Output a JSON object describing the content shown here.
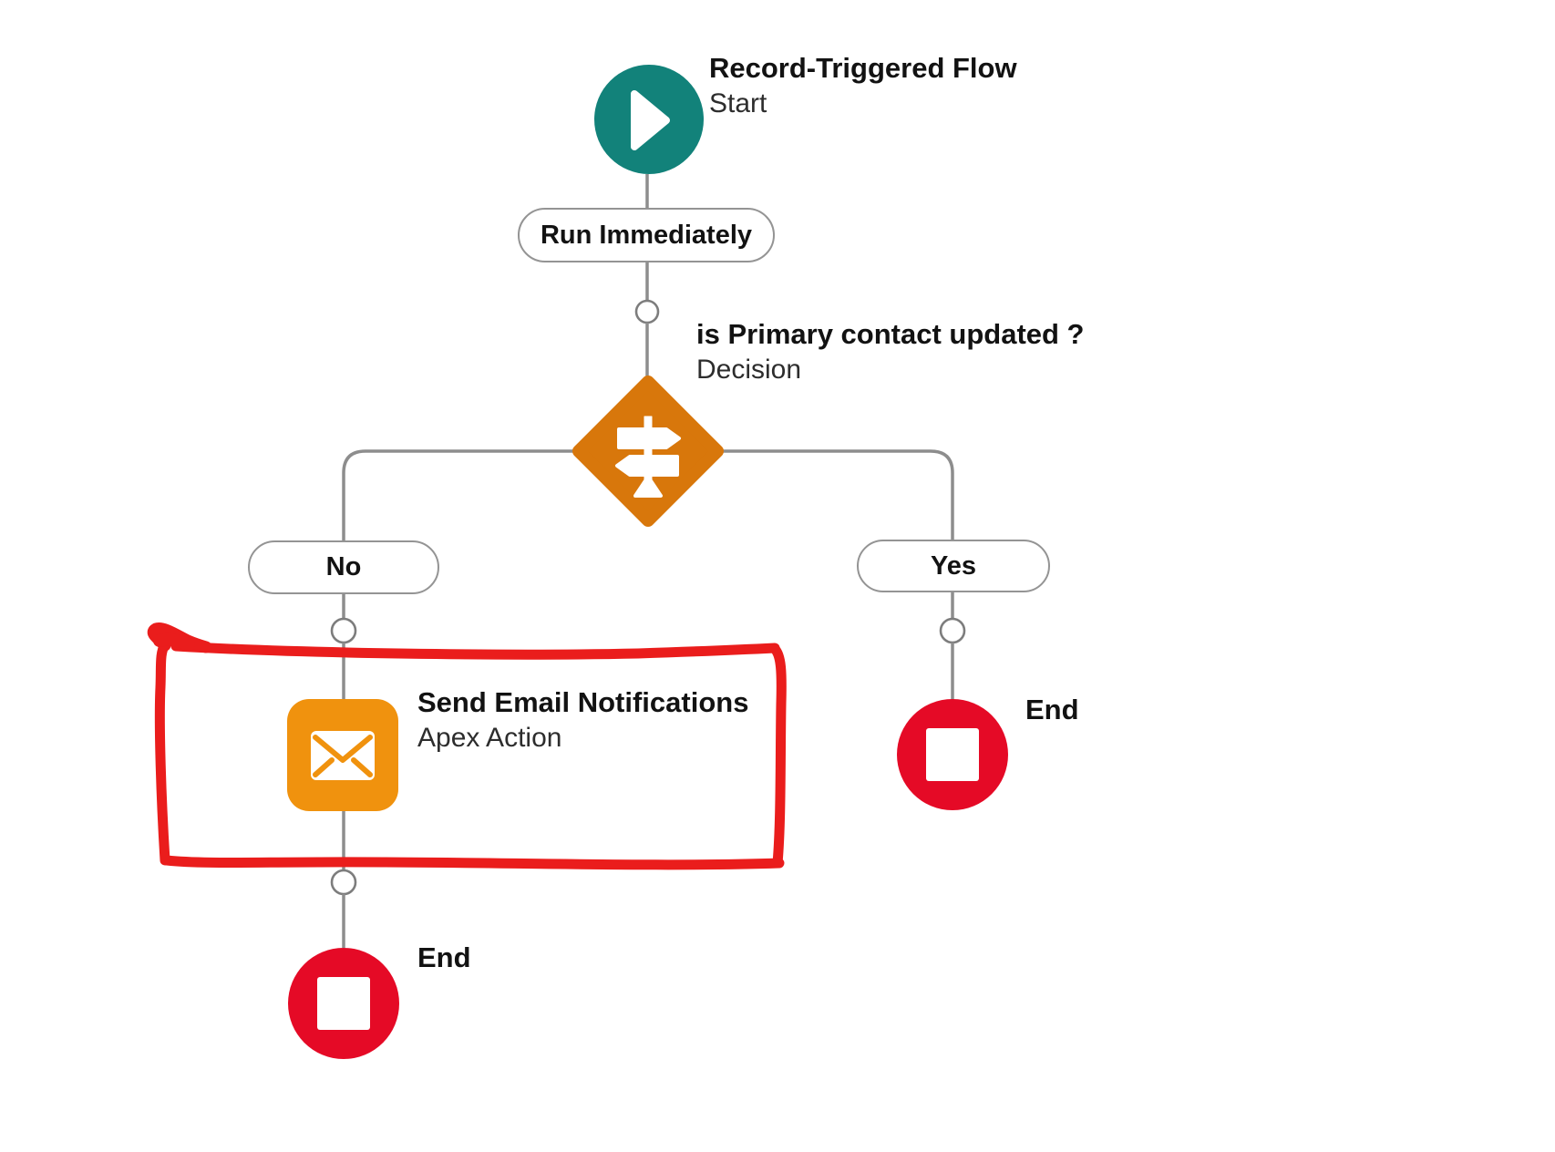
{
  "flow": {
    "start": {
      "title": "Record-Triggered Flow",
      "subtitle": "Start"
    },
    "schedule_pill": {
      "label": "Run Immediately"
    },
    "decision": {
      "title": "is Primary contact updated ?",
      "subtitle": "Decision"
    },
    "outcomes": {
      "no": {
        "label": "No"
      },
      "yes": {
        "label": "Yes"
      }
    },
    "action": {
      "title": "Send Email Notifications",
      "subtitle": "Apex Action"
    },
    "end_no": {
      "label": "End"
    },
    "end_yes": {
      "label": "End"
    }
  },
  "annotation": {
    "shape": "hand-drawn-rectangle",
    "highlights": "Send Email Notifications action"
  },
  "colors": {
    "start-teal": "#12827a",
    "decision-orange": "#d8770b",
    "action-orange": "#f0920e",
    "end-red": "#e50a26",
    "marker-red": "#ea1d1c",
    "connector-gray": "#8d8d8d",
    "node-circle-stroke": "#7d7d7d",
    "pill-border": "#949494",
    "title-text": "#121212",
    "subtitle-text": "#2d2d2d"
  }
}
